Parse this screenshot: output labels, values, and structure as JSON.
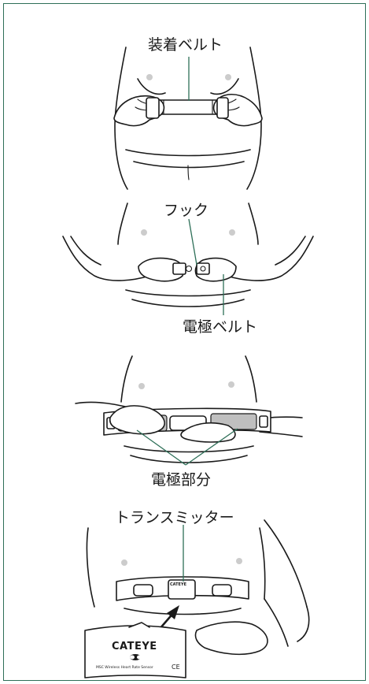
{
  "figure": {
    "panel1": {
      "label": "装着ベルト"
    },
    "panel2": {
      "hook_label": "フック",
      "electrode_belt_label": "電極ベルト"
    },
    "panel3": {
      "electrode_part_label": "電極部分"
    },
    "panel4": {
      "transmitter_label": "トランスミッター",
      "device_brand": "CATEYE",
      "device_small_brand": "CATEYE",
      "device_model": "MSC Wireless Heart Rate Sensor",
      "device_mark": "CE"
    }
  },
  "colors": {
    "frame": "#2e6f58",
    "leader_lines": "#2e6f58",
    "ink": "#1a1a1a",
    "electrode_fill": "#bfbfbf"
  }
}
